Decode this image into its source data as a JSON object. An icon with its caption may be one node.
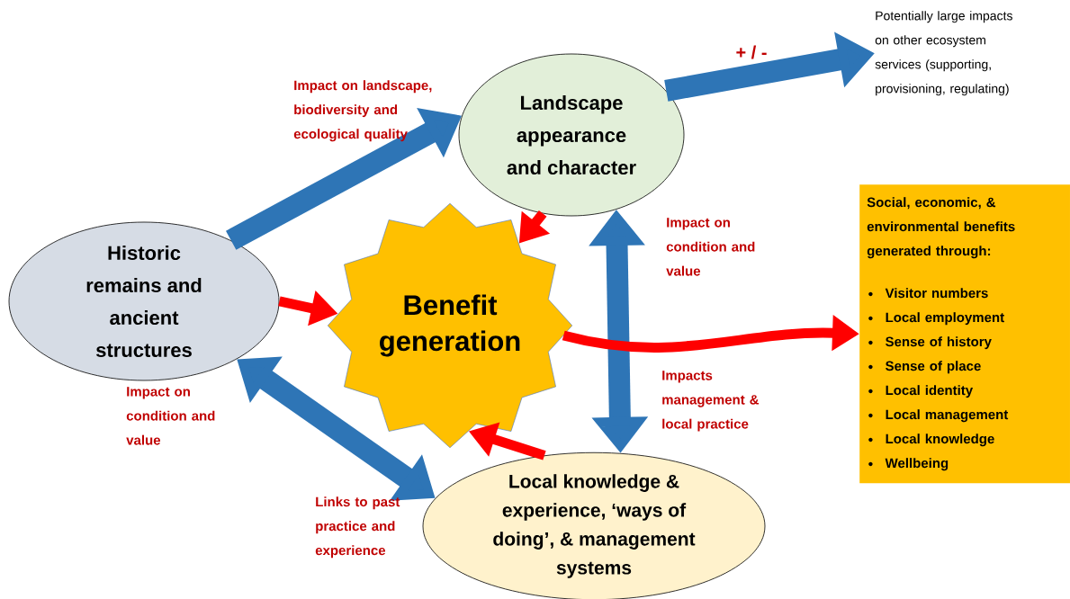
{
  "diagram": {
    "nodes": [
      {
        "text": [
          "Historic remains and ancient structures"
        ]
      },
      {
        "text": [
          "Landscape appearance and character"
        ]
      },
      {
        "text": [
          "Benefit generation"
        ]
      },
      {
        "text": [
          "Local knowledge & experience, ‘ways of doing’, & management systems"
        ]
      },
      {
        "text": [
          "Potentially large impacts on other ecosystem services (supporting, provisioning, regulating)"
        ]
      },
      {
        "text": [
          "Social, economic, & environmental benefits generated through:",
          "Visitor numbers",
          "Local employment",
          "Sense of history",
          "Sense of place",
          "Local identity",
          "Local management",
          "Local knowledge",
          "Wellbeing"
        ]
      }
    ],
    "edges": [
      {
        "from": 0,
        "to": 1,
        "arrow": "to",
        "style": "thick",
        "label": "Impact on landscape, biodiversity and ecological quality"
      },
      {
        "from": 0,
        "to": 2,
        "arrow": "to",
        "color": "#ff0000"
      },
      {
        "from": 1,
        "to": 2,
        "arrow": "to",
        "color": "#ff0000"
      },
      {
        "from": 1,
        "to": 4,
        "arrow": "to",
        "style": "thick",
        "label": "+ / -"
      },
      {
        "from": 1,
        "to": 3,
        "arrow": "both",
        "style": "thick"
      },
      {
        "from": 0,
        "to": 3,
        "arrow": "both",
        "style": "thick"
      },
      {
        "from": 3,
        "to": 2,
        "arrow": "to",
        "color": "#ff0000"
      },
      {
        "from": 2,
        "to": 5,
        "arrow": "to",
        "color": "#ff0000"
      }
    ],
    "labels": [
      "Impact on condition and value",
      "Impacts management & local practice",
      "Impact on condition and value",
      "Links to past practice and experience"
    ]
  }
}
